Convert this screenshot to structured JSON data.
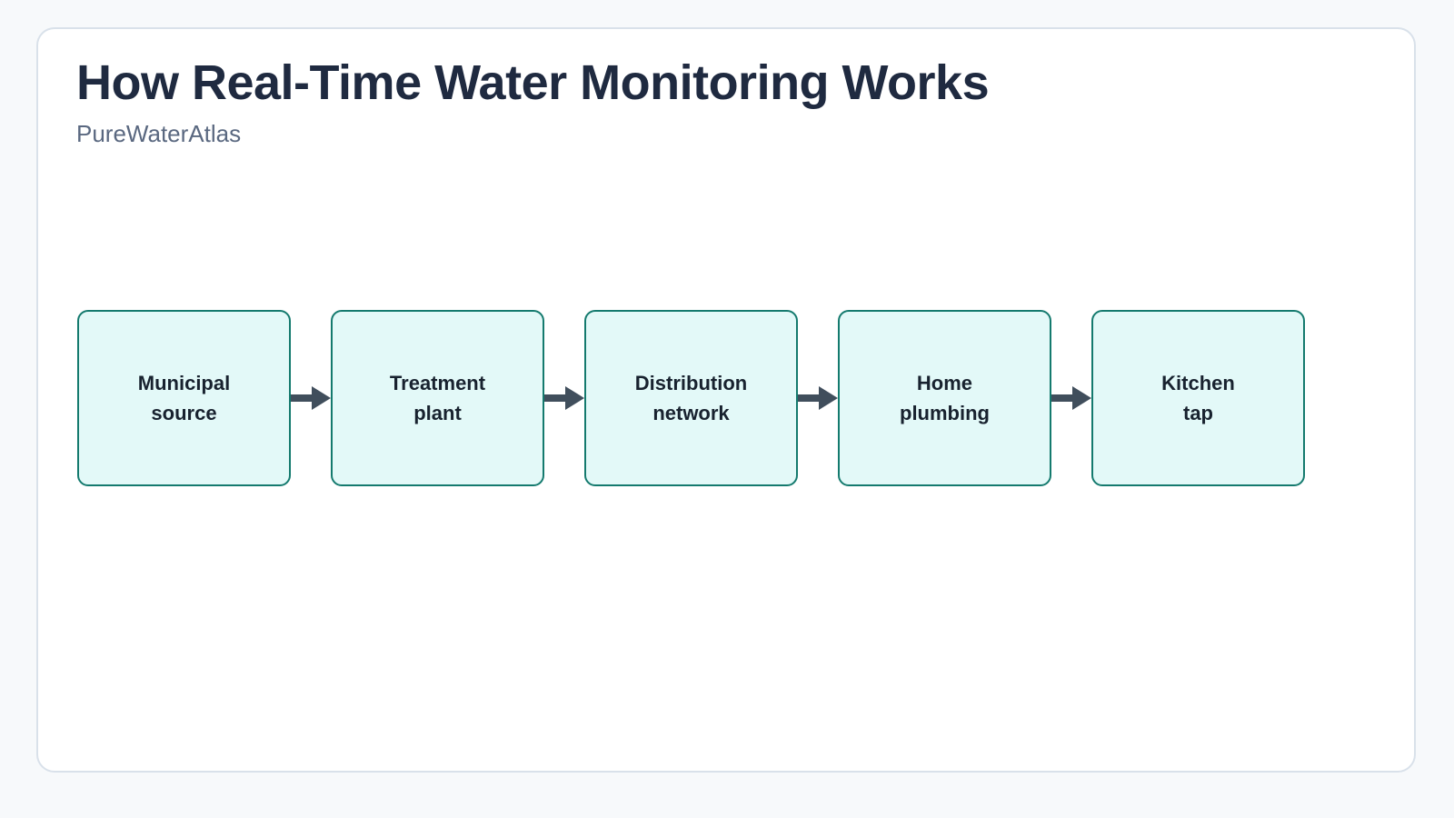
{
  "header": {
    "title": "How Real-Time Water Monitoring Works",
    "subtitle": "PureWaterAtlas"
  },
  "flow": {
    "nodes": [
      {
        "id": "municipal-source",
        "label": "Municipal\nsource"
      },
      {
        "id": "treatment-plant",
        "label": "Treatment\nplant"
      },
      {
        "id": "distribution-network",
        "label": "Distribution\nnetwork"
      },
      {
        "id": "home-plumbing",
        "label": "Home\nplumbing"
      },
      {
        "id": "kitchen-tap",
        "label": "Kitchen\ntap"
      }
    ],
    "direction": "left-to-right"
  },
  "colors": {
    "page_background": "#f7f9fb",
    "card_background": "#ffffff",
    "card_border": "#d9e1ea",
    "title": "#1f2a40",
    "subtitle": "#5a6880",
    "node_fill": "#e3f9f8",
    "node_border": "#147a6e",
    "node_text": "#18222f",
    "arrow": "#404e5c"
  }
}
